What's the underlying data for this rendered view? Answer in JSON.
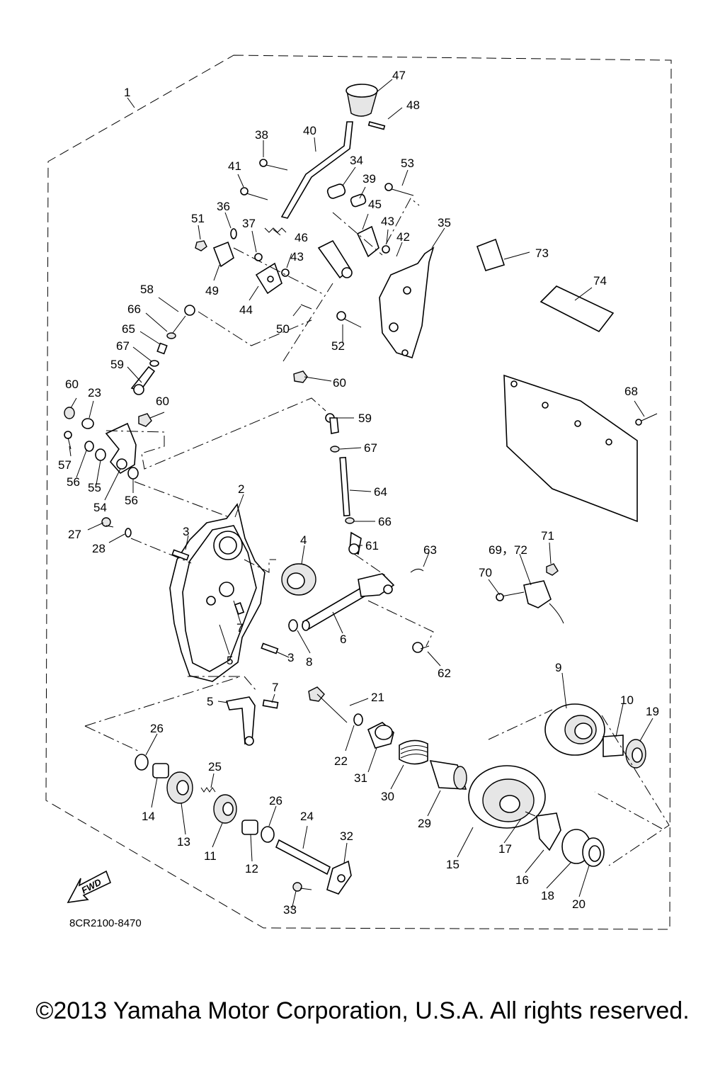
{
  "diagram_code": "8CR2100-8470",
  "fwd_label": "FWD",
  "copyright": "©2013 Yamaha Motor Corporation, U.S.A. All rights reserved.",
  "callouts": {
    "c1": "1",
    "c2": "2",
    "c3a": "3",
    "c3b": "3",
    "c4": "4",
    "c5a": "5",
    "c5b": "5",
    "c6": "6",
    "c7a": "7",
    "c7b": "7",
    "c8": "8",
    "c9": "9",
    "c10": "10",
    "c11": "11",
    "c12": "12",
    "c13": "13",
    "c14": "14",
    "c15": "15",
    "c16": "16",
    "c17": "17",
    "c18": "18",
    "c19": "19",
    "c20": "20",
    "c21": "21",
    "c22": "22",
    "c23": "23",
    "c24": "24",
    "c25": "25",
    "c26a": "26",
    "c26b": "26",
    "c27": "27",
    "c28": "28",
    "c29": "29",
    "c30": "30",
    "c31": "31",
    "c32": "32",
    "c33": "33",
    "c34": "34",
    "c35": "35",
    "c36": "36",
    "c37": "37",
    "c38": "38",
    "c39": "39",
    "c40": "40",
    "c41": "41",
    "c42": "42",
    "c43a": "43",
    "c43b": "43",
    "c44": "44",
    "c45": "45",
    "c46": "46",
    "c47": "47",
    "c48": "48",
    "c49": "49",
    "c50": "50",
    "c51": "51",
    "c52": "52",
    "c53": "53",
    "c54": "54",
    "c55": "55",
    "c56a": "56",
    "c56b": "56",
    "c57": "57",
    "c58": "58",
    "c59a": "59",
    "c59b": "59",
    "c60a": "60",
    "c60b": "60",
    "c60c": "60",
    "c61": "61",
    "c62": "62",
    "c63": "63",
    "c64": "64",
    "c65": "65",
    "c66a": "66",
    "c66b": "66",
    "c67a": "67",
    "c67b": "67",
    "c68": "68",
    "c69_72": "69，72",
    "c70": "70",
    "c71": "71",
    "c73": "73",
    "c74": "74"
  }
}
